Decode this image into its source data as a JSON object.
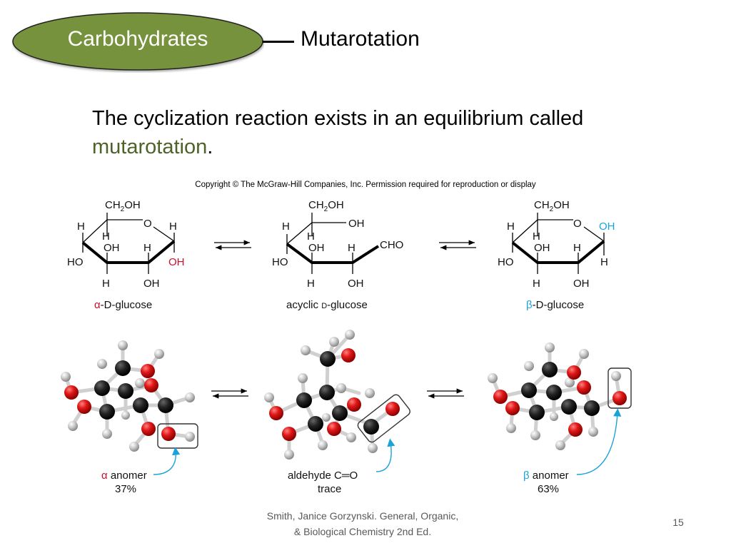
{
  "header": {
    "section_label": "Carbohydrates",
    "section_color": "#76923c",
    "title": "Mutarotation"
  },
  "body": {
    "text_before": "The cyclization reaction exists in an equilibrium called ",
    "keyword": "mutarotation",
    "text_after": ".",
    "keyword_color": "#4f6228"
  },
  "figure": {
    "copyright": "Copyright © The McGraw-Hill Companies, Inc. Permission required for reproduction or display",
    "structures": [
      {
        "name": "α-D-glucose",
        "prefix": "α",
        "prefix_color": "#c8102e",
        "suffix": "-D-glucose",
        "groups": {
          "top": "CH2OH",
          "ring_o": "O",
          "anomeric_top": "H",
          "anomeric_bottom": "OH",
          "anomeric_bottom_color": "#c8102e",
          "c2_up": "H",
          "c2_down": "OH",
          "c3_up": "OH",
          "c3_down": "H",
          "c4_up": "H",
          "c4_down": "HO",
          "c5_h": "H"
        }
      },
      {
        "name": "acyclic D-glucose",
        "prefix": "acyclic ",
        "suffix": "D-glucose",
        "groups": {
          "top": "CH2OH",
          "c5_oh": "OH",
          "c1": "CHO",
          "c2_up": "H",
          "c2_down": "OH",
          "c3_up": "OH",
          "c3_down": "H",
          "c4_up": "H",
          "c4_down": "HO",
          "c5_h": "H"
        }
      },
      {
        "name": "β-D-glucose",
        "prefix": "β",
        "prefix_color": "#1aa3d9",
        "suffix": "-D-glucose",
        "groups": {
          "top": "CH2OH",
          "ring_o": "O",
          "anomeric_top": "OH",
          "anomeric_top_color": "#1aa3d9",
          "anomeric_bottom": "H",
          "c2_up": "H",
          "c2_down": "OH",
          "c3_up": "OH",
          "c3_down": "H",
          "c4_up": "H",
          "c4_down": "HO",
          "c5_h": "H"
        }
      }
    ],
    "models": [
      {
        "label_prefix": "α",
        "label_prefix_color": "#c8102e",
        "label": " anomer",
        "value": "37%"
      },
      {
        "label": "aldehyde C═O",
        "value": "trace"
      },
      {
        "label_prefix": "β",
        "label_prefix_color": "#1aa3d9",
        "label": " anomer",
        "value": "63%"
      }
    ],
    "arrow_color": "#1aa3d9"
  },
  "footer": {
    "citation_line1": "Smith, Janice Gorzynski. General, Organic,",
    "citation_line2": "& Biological Chemistry 2nd Ed.",
    "page_number": "15"
  }
}
